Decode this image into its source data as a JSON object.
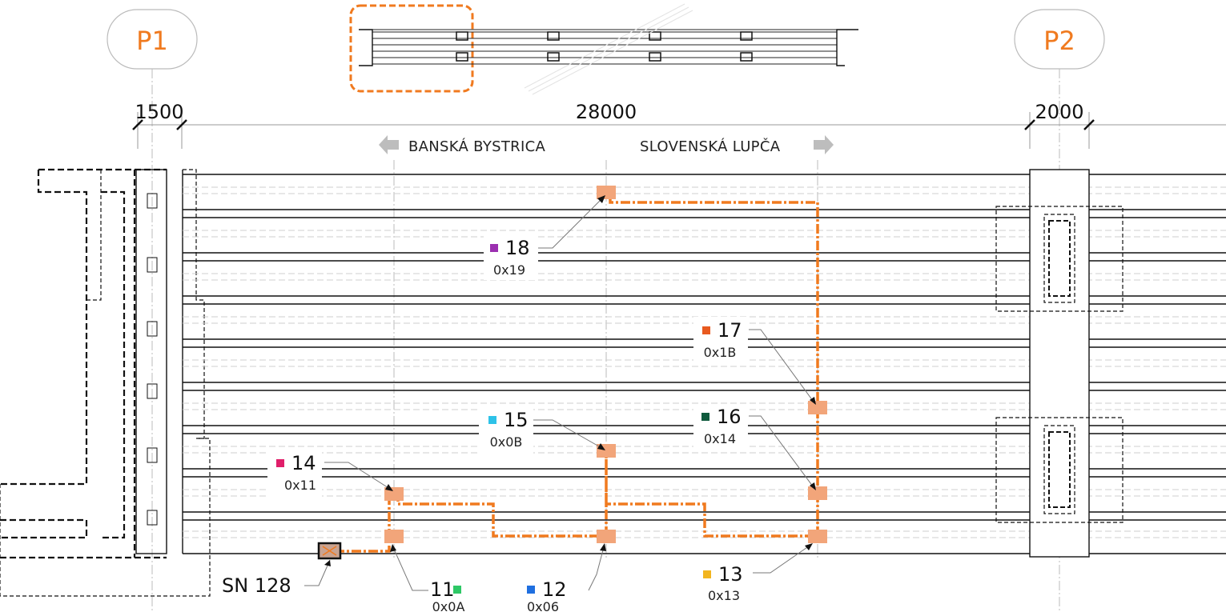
{
  "piers": [
    {
      "id": "p1",
      "label": "P1"
    },
    {
      "id": "p2",
      "label": "P2"
    }
  ],
  "dimensions": {
    "left": "1500",
    "span": "28000",
    "right": "2000"
  },
  "directions": {
    "west": "BANSKÁ BYSTRICA",
    "east": "SLOVENSKÁ LUPČA"
  },
  "hub": {
    "label": "SN 128"
  },
  "colors": {
    "accent": "#f07a1f",
    "node": "#f2a57a"
  },
  "sensors": [
    {
      "id": "11",
      "hex": "0x0A",
      "color": "#2ec866"
    },
    {
      "id": "12",
      "hex": "0x06",
      "color": "#1f6fe0"
    },
    {
      "id": "13",
      "hex": "0x13",
      "color": "#f2b51f"
    },
    {
      "id": "14",
      "hex": "0x11",
      "color": "#e01f6a"
    },
    {
      "id": "15",
      "hex": "0x0B",
      "color": "#2ec2e8"
    },
    {
      "id": "16",
      "hex": "0x14",
      "color": "#0f5a3c"
    },
    {
      "id": "17",
      "hex": "0x1B",
      "color": "#e85a1f"
    },
    {
      "id": "18",
      "hex": "0x19",
      "color": "#9b2fb0"
    }
  ]
}
